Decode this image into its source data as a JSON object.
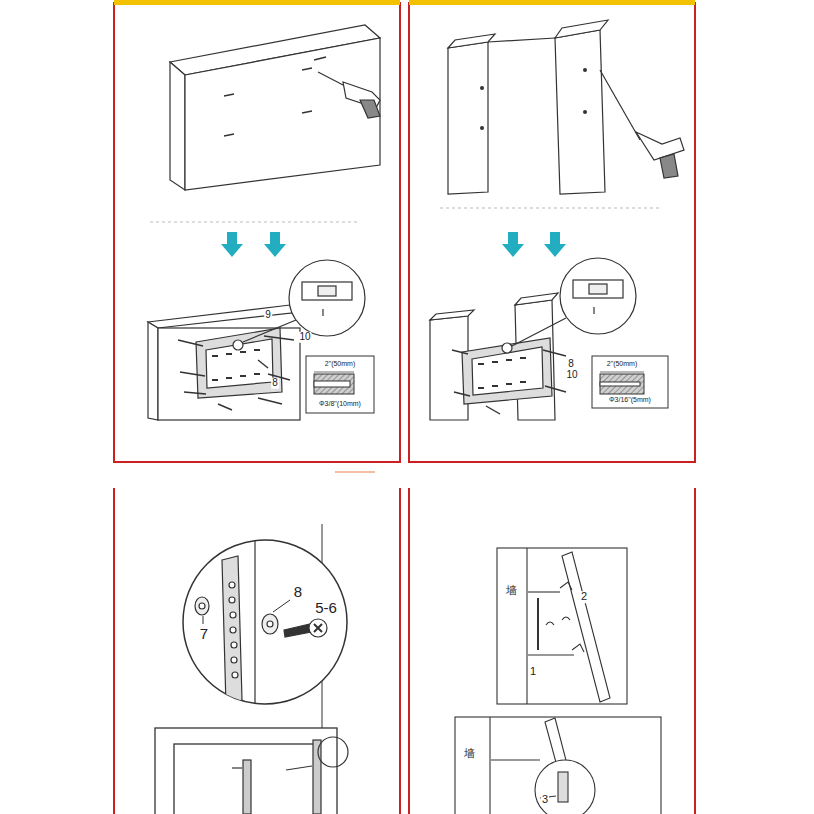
{
  "diagram": {
    "labels": [
      "9",
      "10",
      "8",
      "2\"(50mm)",
      "Φ3/8\"(10mm)",
      "8",
      "10",
      "2\"(50mm)",
      "Φ3/16\"(5mm)",
      "7",
      "8",
      "5-6",
      "墙",
      "2",
      "1",
      "墙",
      "3"
    ]
  }
}
